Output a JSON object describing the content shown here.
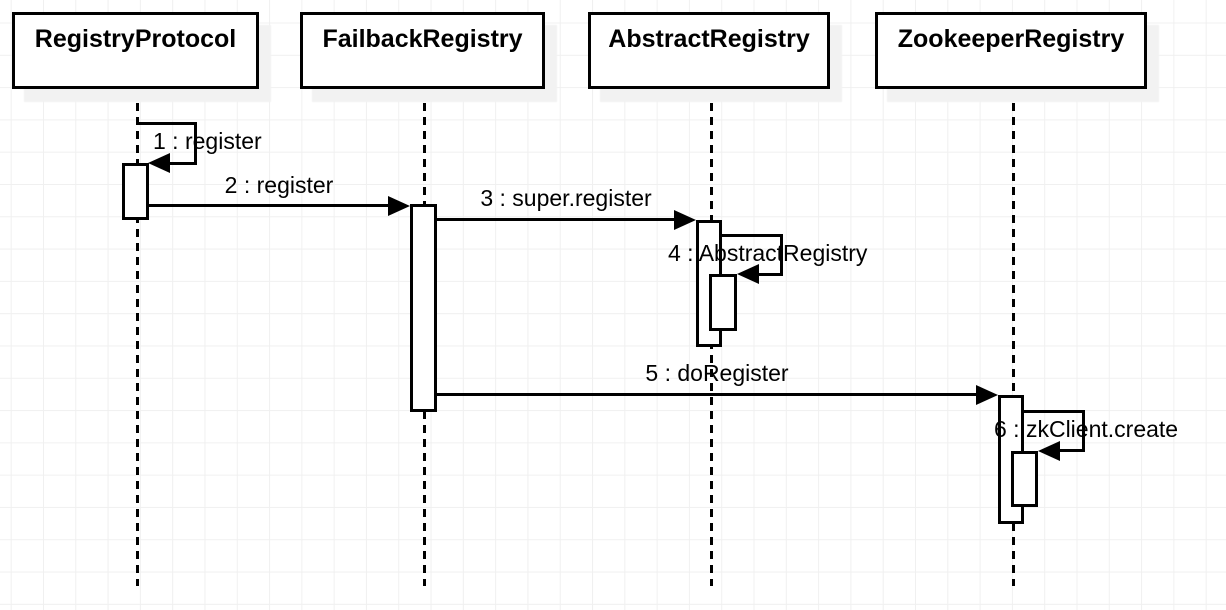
{
  "diagram": {
    "type": "uml-sequence-diagram",
    "participants": [
      {
        "name": "RegistryProtocol"
      },
      {
        "name": "FailbackRegistry"
      },
      {
        "name": "AbstractRegistry"
      },
      {
        "name": "ZookeeperRegistry"
      }
    ],
    "messages": [
      {
        "seq": 1,
        "label": "1 : register",
        "from": "RegistryProtocol",
        "to": "RegistryProtocol",
        "kind": "self"
      },
      {
        "seq": 2,
        "label": "2 : register",
        "from": "RegistryProtocol",
        "to": "FailbackRegistry",
        "kind": "call"
      },
      {
        "seq": 3,
        "label": "3 : super.register",
        "from": "FailbackRegistry",
        "to": "AbstractRegistry",
        "kind": "call"
      },
      {
        "seq": 4,
        "label": "4 : AbstractRegistry",
        "from": "AbstractRegistry",
        "to": "AbstractRegistry",
        "kind": "self"
      },
      {
        "seq": 5,
        "label": "5 : doRegister",
        "from": "FailbackRegistry",
        "to": "ZookeeperRegistry",
        "kind": "call"
      },
      {
        "seq": 6,
        "label": "6 : zkClient.create",
        "from": "ZookeeperRegistry",
        "to": "ZookeeperRegistry",
        "kind": "self"
      }
    ],
    "colors": {
      "stroke": "#000000",
      "shape_fill": "#ffffff",
      "shadow": "#f2f2f2",
      "grid": "#f0f0f0",
      "background": "#ffffff"
    }
  }
}
